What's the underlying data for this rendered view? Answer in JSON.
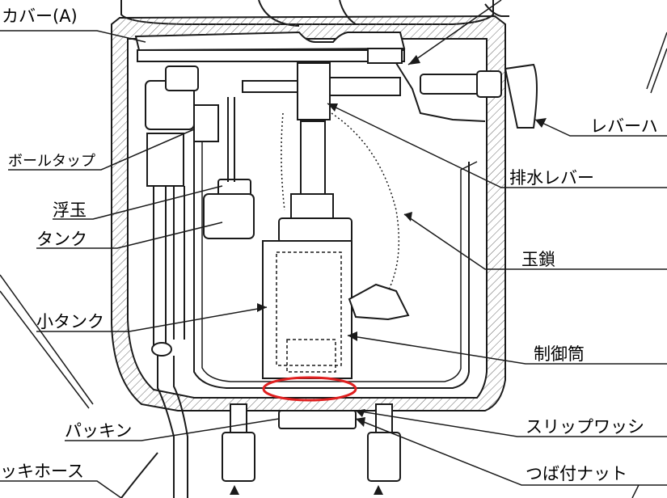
{
  "labels": {
    "cover_a": "カバー(A)",
    "ball_tap": "ボールタップ",
    "float": "浮玉",
    "tank": "タンク",
    "small_tank": "小タンク",
    "packing": "パッキン",
    "flex_hose": "ッキホース",
    "lever_handle": "レバーハ",
    "drain_lever": "排水レバー",
    "chain": "玉鎖",
    "control_tube": "制御筒",
    "slip_washer": "スリップワッシ",
    "flange_nut": "つば付ナット"
  },
  "highlight_color": "#e02020",
  "line_color": "#1a1a1a",
  "hatch_color": "#555555"
}
